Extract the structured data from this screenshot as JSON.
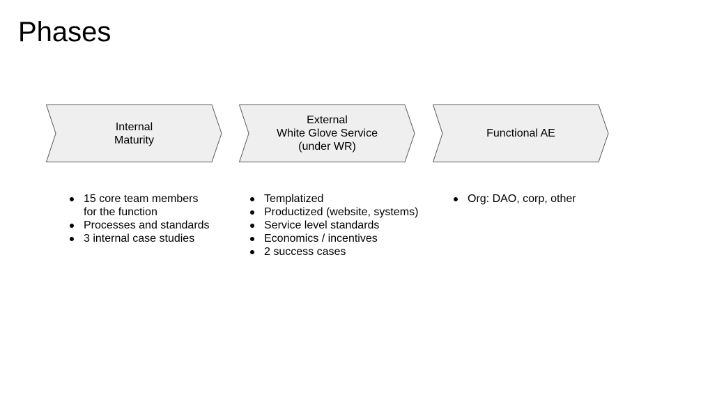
{
  "title": "Phases",
  "colors": {
    "chevron_fill": "#efefef",
    "chevron_stroke": "#595959",
    "text": "#000000",
    "background": "#ffffff"
  },
  "phases": [
    {
      "label": "Internal\nMaturity",
      "bullets": [
        "15 core team members\nfor the function",
        "Processes and standards",
        "3 internal case studies"
      ]
    },
    {
      "label": "External\nWhite Glove Service\n(under WR)",
      "bullets": [
        "Templatized",
        "Productized (website, systems)",
        "Service level standards",
        "Economics / incentives",
        "2 success cases"
      ]
    },
    {
      "label": "Functional AE",
      "bullets": [
        "Org: DAO, corp, other"
      ]
    }
  ]
}
